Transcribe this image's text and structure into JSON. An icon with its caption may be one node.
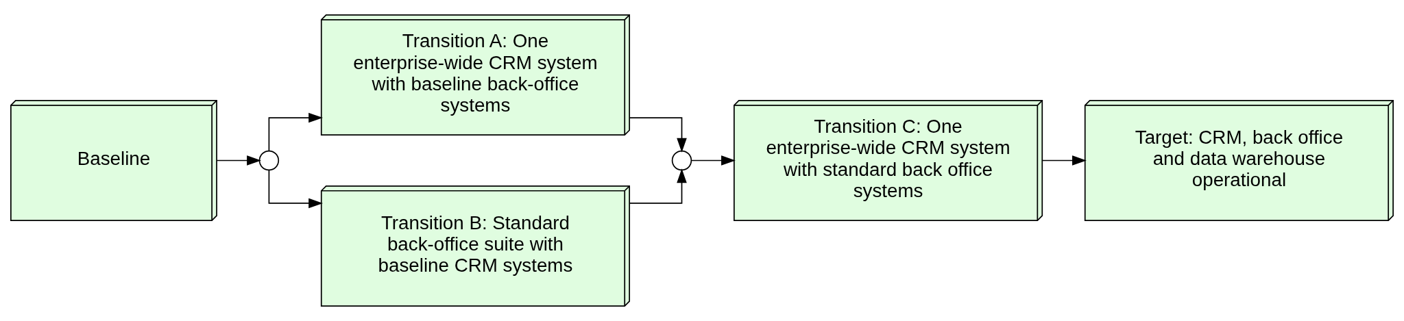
{
  "diagram": {
    "nodes": [
      {
        "text": [
          "Baseline"
        ]
      },
      {
        "text": [],
        "shape": "circle"
      },
      {
        "text": [
          "Transition A: One enterprise-wide CRM system with baseline back-office systems"
        ]
      },
      {
        "text": [
          "Transition B: Standard back-office suite with baseline CRM systems"
        ]
      },
      {
        "text": [],
        "shape": "circle"
      },
      {
        "text": [
          "Transition C: One enterprise-wide CRM system with standard back office systems"
        ]
      },
      {
        "text": [
          "Target: CRM, back office and data warehouse operational"
        ]
      }
    ],
    "edges": [
      {
        "from": 0,
        "to": 1,
        "arrow": "to"
      },
      {
        "from": 1,
        "to": 2,
        "arrow": "to"
      },
      {
        "from": 1,
        "to": 3,
        "arrow": "to"
      },
      {
        "from": 2,
        "to": 4,
        "arrow": "to"
      },
      {
        "from": 3,
        "to": 4,
        "arrow": "to"
      },
      {
        "from": 4,
        "to": 5,
        "arrow": "to"
      },
      {
        "from": 5,
        "to": 6,
        "arrow": "to"
      }
    ]
  }
}
